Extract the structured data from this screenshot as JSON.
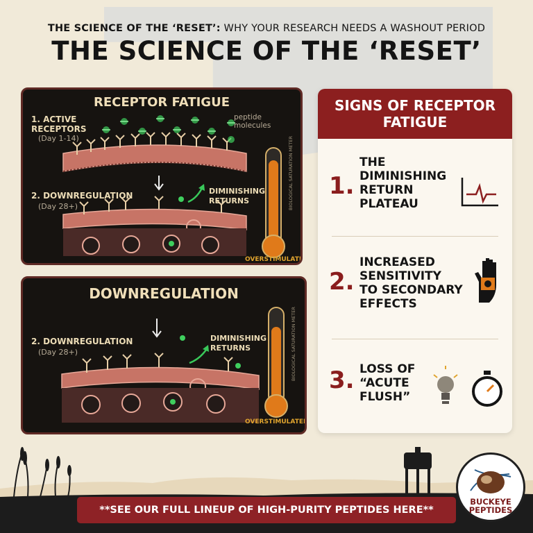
{
  "header": {
    "subtitle_bold": "THE SCIENCE OF THE ‘RESET’:",
    "subtitle_rest": " WHY YOUR RESEARCH NEEDS A WASHOUT PERIOD",
    "main_title": "THE SCIENCE OF THE ‘RESET’"
  },
  "panel1": {
    "title": "RECEPTOR FATIGUE",
    "active_label": "1. ACTIVE\nRECEPTORS",
    "active_days": "(Day 1-14)",
    "peptide_label": "peptide\nmolecules",
    "downreg_label": "2. DOWNREGULATION",
    "downreg_days": "(Day 28+)",
    "diminishing": "DIMINISHING\nRETURNS",
    "meter_label": "BIOLOGICAL SATURATION METER",
    "overstimulated": "OVERSTIMULATED"
  },
  "panel2": {
    "title": "DOWNREGULATION",
    "downreg_label": "2. DOWNREGULATION",
    "downreg_days": "(Day 28+)",
    "diminishing": "DIMINISHING\nRETURNS",
    "meter_label": "BIOLOGICAL SATURATION METER",
    "overstimulated": "OVERSTIMULATED"
  },
  "signs": {
    "title": "SIGNS OF RECEPTOR FATIGUE",
    "items": [
      {
        "num": "1.",
        "text": "THE\nDIMINISHING\nRETURN\nPLATEAU",
        "icon": "plateau-graph-icon"
      },
      {
        "num": "2.",
        "text": "INCREASED\nSENSITIVITY\nTO SECONDARY\nEFFECTS",
        "icon": "hazard-hand-icon"
      },
      {
        "num": "3.",
        "text": "LOSS OF\n“ACUTE\nFLUSH”",
        "icon": "lightbulb-stopwatch-icon"
      }
    ]
  },
  "footer": {
    "banner": "**SEE OUR FULL LINEUP OF HIGH-PURITY PEPTIDES HERE**",
    "logo_text": "BUCKEYE\nPEPTIDES"
  },
  "colors": {
    "background": "#f1ead9",
    "panel": "#161310",
    "accent_red": "#8c1f1f",
    "meter_orange": "#e07a1a",
    "molecule_green": "#39c85a"
  }
}
